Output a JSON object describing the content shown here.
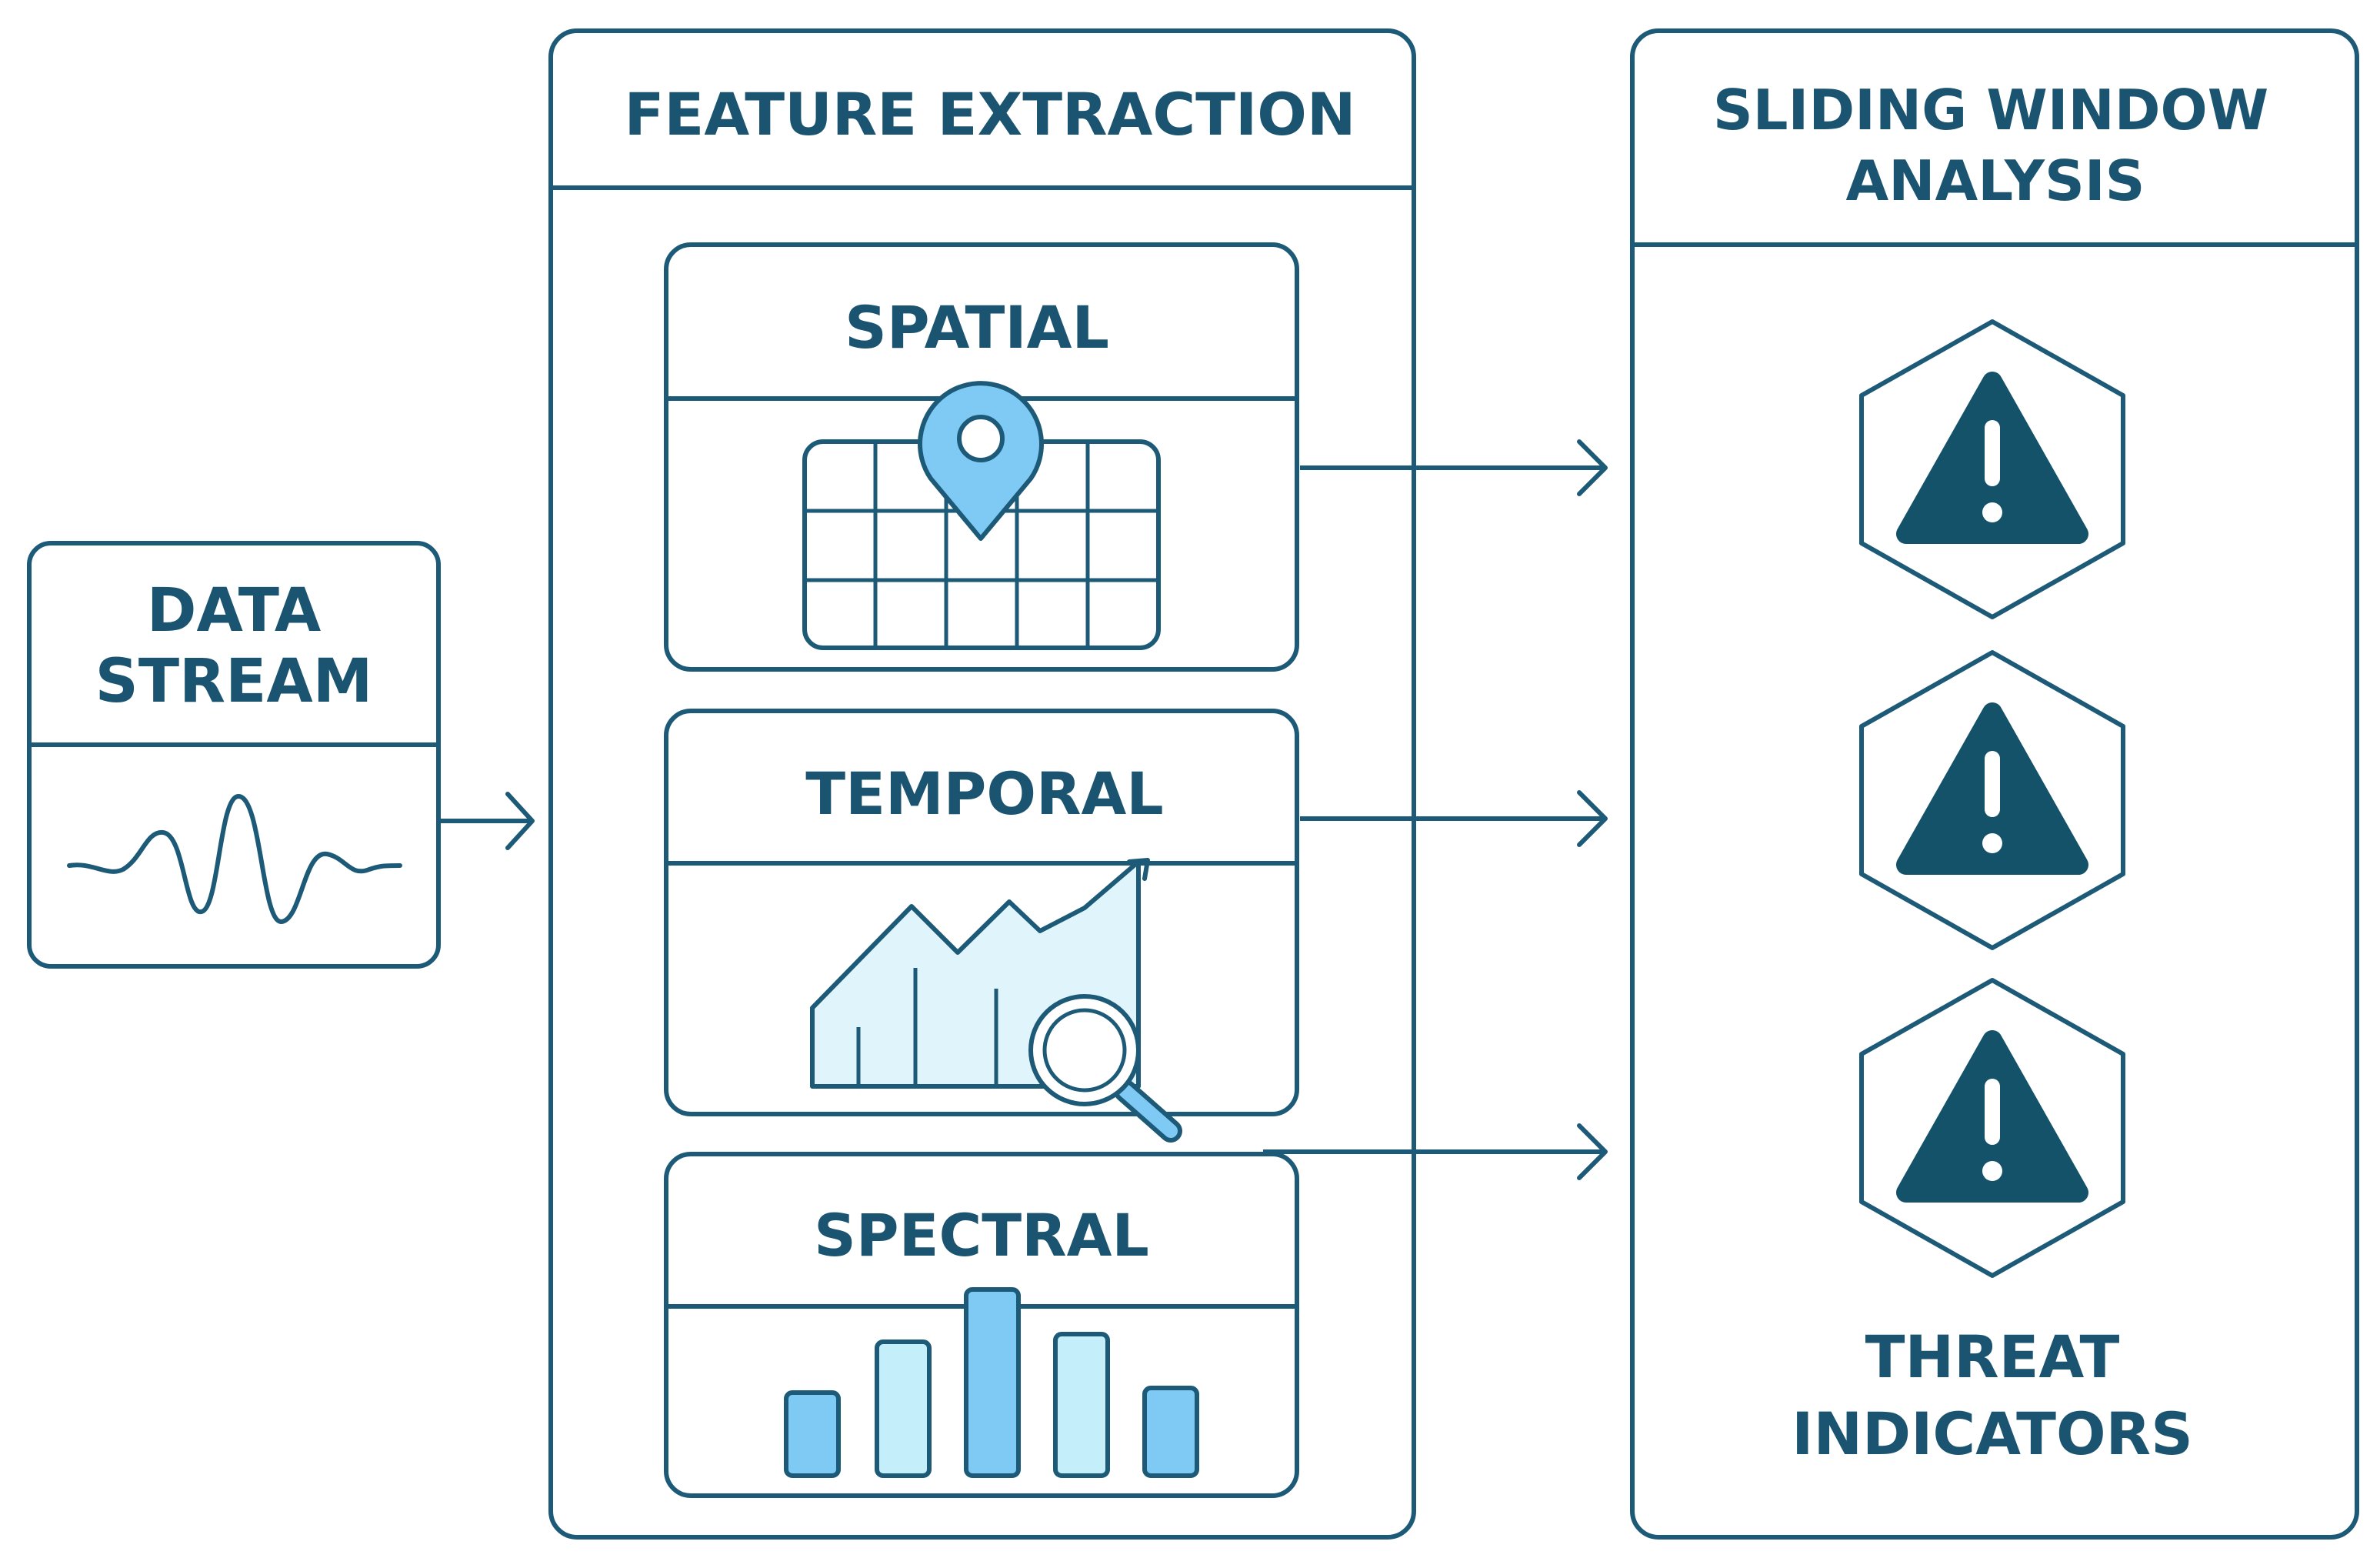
{
  "colors": {
    "ink": "#1d5a78",
    "dark": "#135269",
    "light_fill": "#dff4fb",
    "mid_fill": "#7fcaf5",
    "pale_fill": "#c5eefb",
    "background": "#ffffff"
  },
  "data_stream": {
    "title_line1": "DATA",
    "title_line2": "STREAM",
    "icon": "waveform-icon"
  },
  "feature_extraction": {
    "title": "FEATURE EXTRACTION",
    "cards": [
      {
        "id": "spatial",
        "title": "SPATIAL",
        "icon": "map-pin-grid-icon"
      },
      {
        "id": "temporal",
        "title": "TEMPORAL",
        "icon": "trend-chart-magnifier-icon"
      },
      {
        "id": "spectral",
        "title": "SPECTRAL",
        "icon": "bar-spectrum-icon"
      }
    ]
  },
  "sliding_window": {
    "title_line1": "SLIDING WINDOW",
    "title_line2": "ANALYSIS",
    "alerts": [
      {
        "icon": "warning-hexagon-icon"
      },
      {
        "icon": "warning-hexagon-icon"
      },
      {
        "icon": "warning-hexagon-icon"
      }
    ],
    "footer_line1": "THREAT",
    "footer_line2": "INDICATORS"
  }
}
